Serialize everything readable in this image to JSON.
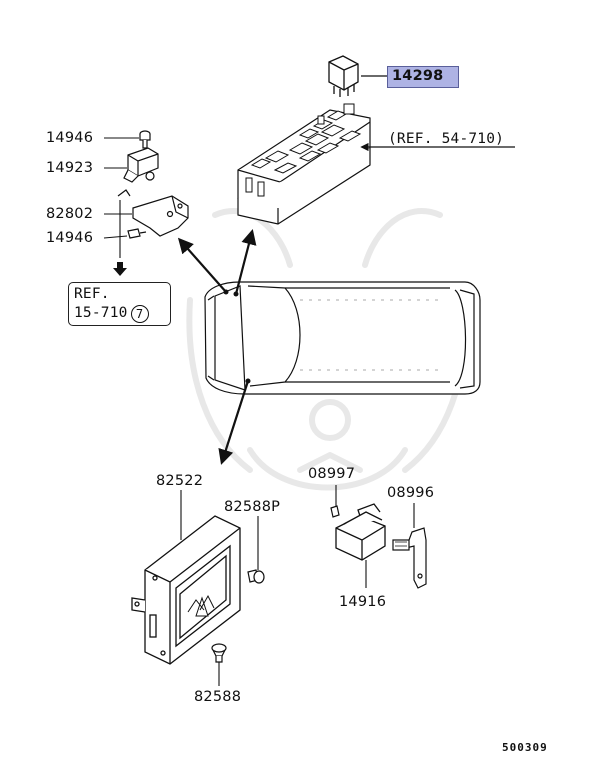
{
  "parts": {
    "p14298": "14298",
    "p14946_top": "14946",
    "p14923": "14923",
    "p82802": "82802",
    "p14946_bottom": "14946",
    "p82522": "82522",
    "p82588P": "82588P",
    "p08997": "08997",
    "p08996": "08996",
    "p14916": "14916",
    "p82588": "82588"
  },
  "refs": {
    "ref_54_710": "(REF. 54-710)",
    "ref_15_710_line1": "REF.",
    "ref_15_710_line2": "15-710",
    "ref_15_710_circle": "7"
  },
  "diagram_code": "500309",
  "colors": {
    "highlight": "#aeb3e4",
    "line": "#111111",
    "watermark": "#e6e6e6"
  }
}
